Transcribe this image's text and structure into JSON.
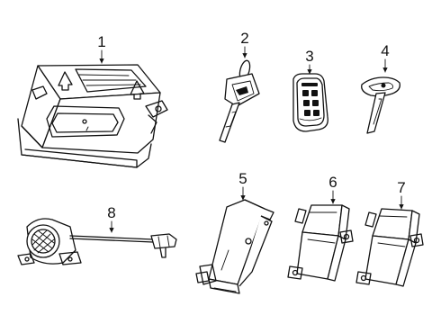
{
  "diagram": {
    "background": "#ffffff",
    "line_color": "#111111",
    "parts": [
      {
        "callout": "1",
        "icon": "control-module-icon"
      },
      {
        "callout": "2",
        "icon": "sensor-bracket-icon"
      },
      {
        "callout": "3",
        "icon": "sensor-bracket-icon"
      },
      {
        "callout": "4",
        "icon": "receiver-module-icon"
      },
      {
        "callout": "5",
        "icon": "key-fob-icon"
      },
      {
        "callout": "6",
        "icon": "ignition-key-icon"
      },
      {
        "callout": "7",
        "icon": "blank-key-icon"
      },
      {
        "callout": "8",
        "icon": "alarm-siren-icon"
      }
    ]
  }
}
